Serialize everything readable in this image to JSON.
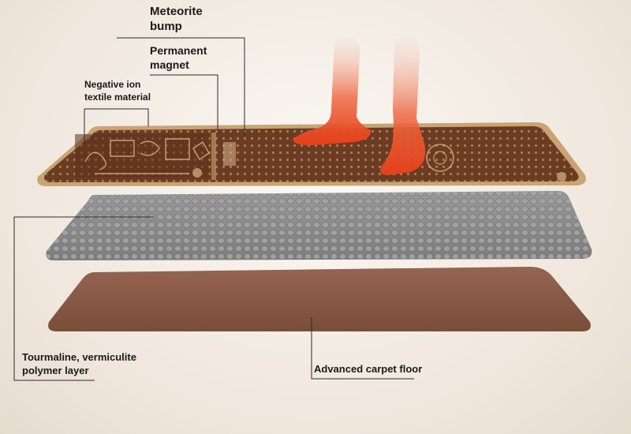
{
  "labels": {
    "meteorite_bump": [
      "Meteorite",
      "bump"
    ],
    "permanent_magnet": [
      "Permanent",
      "magnet"
    ],
    "negative_ion": [
      "Negative ion",
      "textile material"
    ],
    "tourmaline": [
      "Tourmaline, vermiculite",
      "polymer layer"
    ],
    "carpet_floor": [
      "Advanced carpet floor"
    ]
  },
  "colors": {
    "mat_top": "#6b3c22",
    "mat_border": "#c9a474",
    "magnet_layer": "#8c8c8c",
    "carpet_floor": "#8a5a45",
    "feet": "#e8431c",
    "leader_lines": "#2a2a2a"
  },
  "icons": {
    "feet": "feet-illustration",
    "mat": "massage-mat-illustration"
  }
}
